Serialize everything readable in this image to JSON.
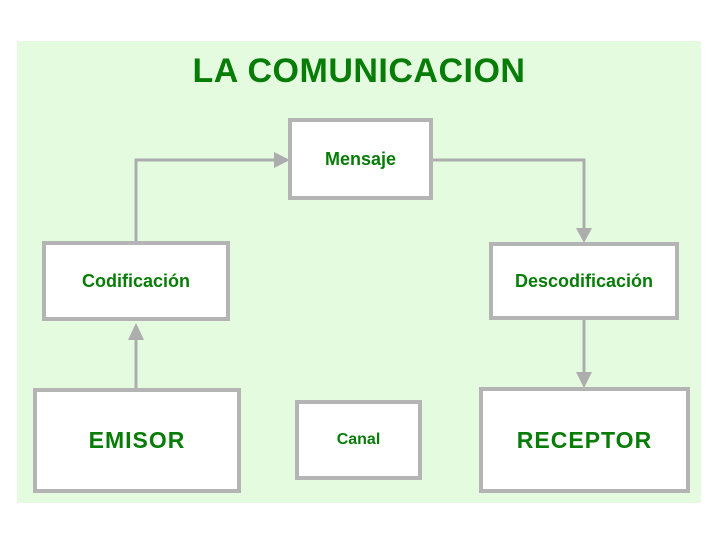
{
  "title": "LA COMUNICACION",
  "nodes": {
    "mensaje": {
      "label": "Mensaje"
    },
    "codificacion": {
      "label": "Codificación"
    },
    "descodificacion": {
      "label": "Descodificación"
    },
    "emisor": {
      "label": "EMISOR"
    },
    "canal": {
      "label": "Canal"
    },
    "receptor": {
      "label": "RECEPTOR"
    }
  },
  "edges": [
    {
      "from": "emisor",
      "to": "codificacion",
      "shape": "straight-up"
    },
    {
      "from": "codificacion",
      "to": "mensaje",
      "shape": "up-then-right"
    },
    {
      "from": "mensaje",
      "to": "descodificacion",
      "shape": "right-then-down"
    },
    {
      "from": "descodificacion",
      "to": "receptor",
      "shape": "straight-down"
    }
  ],
  "colors": {
    "page_background": "#ffffff",
    "panel_background": "#e4fbe0",
    "box_fill": "#ffffff",
    "box_border": "#b4b4b4",
    "arrow": "#adadad",
    "text_green": "#077c07"
  }
}
